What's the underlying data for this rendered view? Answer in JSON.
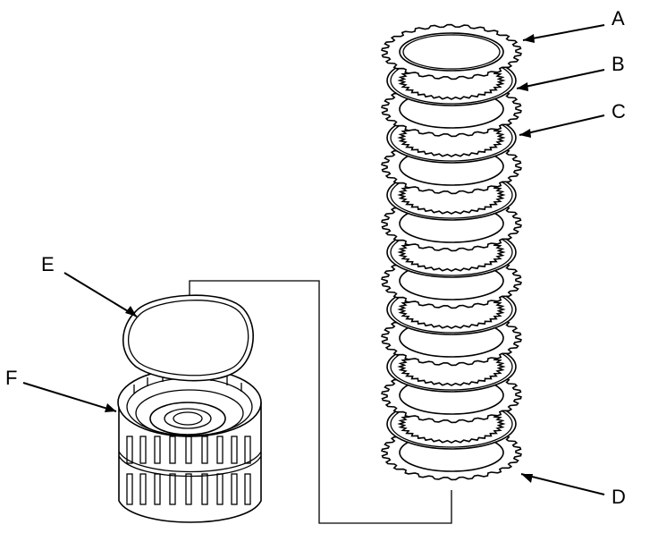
{
  "callouts": {
    "a": "A",
    "b": "B",
    "c": "C",
    "d": "D",
    "e": "E",
    "f": "F"
  },
  "colors": {
    "ink": "#000000",
    "paper": "#ffffff"
  },
  "plates": [
    {
      "type": "steel"
    },
    {
      "type": "friction"
    },
    {
      "type": "steel"
    },
    {
      "type": "friction"
    },
    {
      "type": "steel"
    },
    {
      "type": "friction"
    },
    {
      "type": "steel"
    },
    {
      "type": "friction"
    },
    {
      "type": "steel"
    },
    {
      "type": "friction"
    },
    {
      "type": "steel"
    },
    {
      "type": "friction"
    },
    {
      "type": "steel"
    },
    {
      "type": "friction"
    },
    {
      "type": "steel"
    }
  ]
}
